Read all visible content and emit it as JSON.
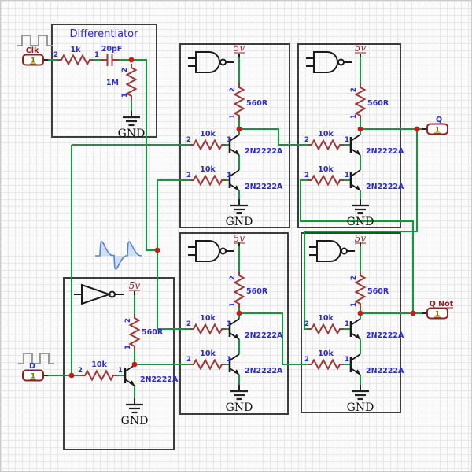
{
  "colors": {
    "wire_green": "#0f9b3d",
    "component_red": "#9c3a3a",
    "label_blue": "#2a2ad2",
    "port_maroon": "#8b2323",
    "pin_olive": "#8a7300",
    "junction_red": "#d01818",
    "box_gray": "#3d3d3d",
    "grid": "#e8e8e8",
    "waveform_blue": "#5585cc",
    "clock_icon_gray": "#9a9a9a"
  },
  "labels": {
    "pin1": "1",
    "pin2": "2"
  },
  "ports": {
    "clk": {
      "label": "Clk",
      "pin": "1"
    },
    "d": {
      "label": "D",
      "pin": "1"
    },
    "q": {
      "label": "Q",
      "pin": "1"
    },
    "q_not": {
      "label": "Q Not",
      "pin": "1"
    }
  },
  "differentiator": {
    "title": "Differentiator",
    "r1": "1k",
    "c1": "20pF",
    "r2": "1M",
    "gnd": "GND"
  },
  "inverter": {
    "supply": "5v",
    "rc": "560R",
    "rb": "10k",
    "transistor": "2N2222A",
    "gnd": "GND"
  },
  "cells": [
    {
      "name": "nand-top-middle",
      "supply": "5v",
      "rc": "560R",
      "rb1": "10k",
      "rb2": "10k",
      "q1": "2N2222A",
      "q2": "2N2222A",
      "gnd": "GND"
    },
    {
      "name": "nand-top-right",
      "supply": "5v",
      "rc": "560R",
      "rb1": "10k",
      "rb2": "10k",
      "q1": "2N2222A",
      "q2": "2N2222A",
      "gnd": "GND"
    },
    {
      "name": "nand-bottom-middle",
      "supply": "5v",
      "rc": "560R",
      "rb1": "10k",
      "rb2": "10k",
      "q1": "2N2222A",
      "q2": "2N2222A",
      "gnd": "GND"
    },
    {
      "name": "nand-bottom-right",
      "supply": "5v",
      "rc": "560R",
      "rb1": "10k",
      "rb2": "10k",
      "q1": "2N2222A",
      "q2": "2N2222A",
      "gnd": "GND"
    }
  ],
  "icons": {
    "clk_wave": "square-wave",
    "d_wave": "square-wave",
    "pulse_sketch": "differentiated-pulse-waveform"
  }
}
